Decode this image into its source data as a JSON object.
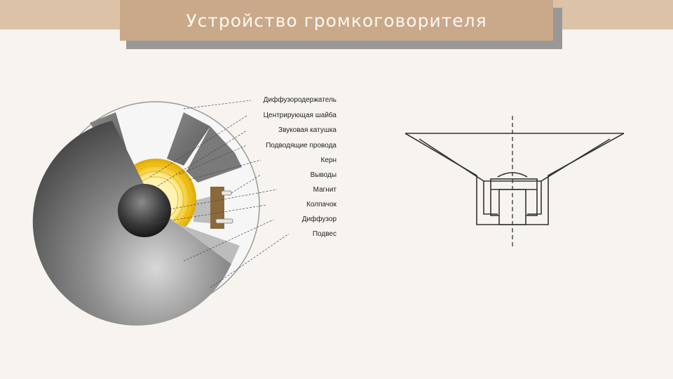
{
  "slide": {
    "title": "Устройство громкоговорителя"
  },
  "diagram": {
    "labels": [
      "Диффузородержатель",
      "Центрирующая шайба",
      "Звуковая катушка",
      "Подводящие провода",
      "Керн",
      "Выводы",
      "Магнит",
      "Колпачок",
      "Диффузор",
      "Подвес"
    ]
  },
  "colors": {
    "title_bg": "#c9a98a",
    "title_text": "#fbf6f1",
    "top_band": "#dcc3a8",
    "coil": "#f0c020",
    "magnet_block": "#8a6a3a"
  }
}
